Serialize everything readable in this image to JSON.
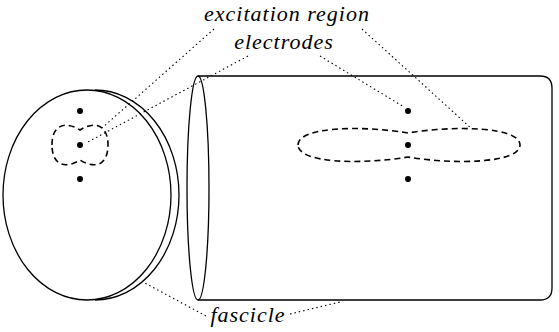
{
  "diagram": {
    "labels": [
      "excitation region",
      "electrodes",
      "fascicle"
    ]
  }
}
